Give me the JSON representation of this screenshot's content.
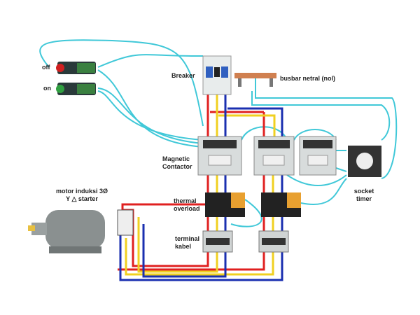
{
  "labels": {
    "off": "off",
    "on": "on",
    "breaker": "Breaker",
    "busbar": "busbar netral (nol)",
    "contactor_line1": "Magnetic",
    "contactor_line2": "Contactor",
    "motor_line1": "motor  induksi  3Ø",
    "motor_line2": "Y △  starter",
    "thermal_line1": "thermal",
    "thermal_line2": "overload",
    "terminal_line1": "terminal",
    "terminal_line2": "kabel",
    "socket_line1": "socket",
    "socket_line2": "timer"
  },
  "colors": {
    "phase_r": "#e02020",
    "phase_s": "#f0d020",
    "phase_t": "#1a2fb0",
    "control": "#40c8d8",
    "contactor": "#d8dcdc",
    "overload": "#e8a030",
    "busbar": "#d08050"
  }
}
